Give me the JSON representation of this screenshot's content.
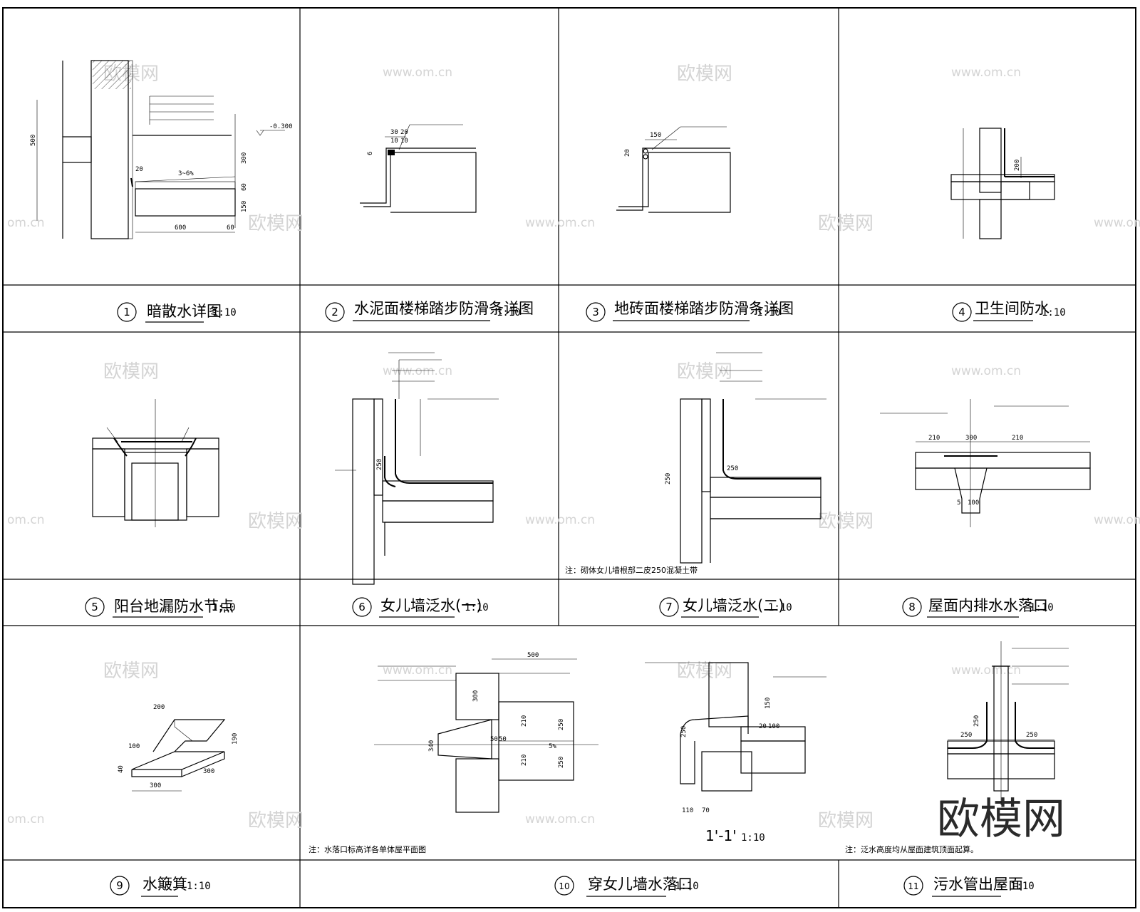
{
  "watermarks": {
    "cn": "欧模网",
    "url": "www.om.cn",
    "url_short": "om.cn",
    "big": "欧模网"
  },
  "cells": [
    {
      "num": "1",
      "title": "暗散水详图",
      "scale": "1:10"
    },
    {
      "num": "2",
      "title": "水泥面楼梯踏步防滑条详图",
      "scale": "1:10"
    },
    {
      "num": "3",
      "title": "地砖面楼梯踏步防滑条详图",
      "scale": "1:10"
    },
    {
      "num": "4",
      "title": "卫生间防水",
      "scale": "1:10"
    },
    {
      "num": "5",
      "title": "阳台地漏防水节点",
      "scale": "1:10"
    },
    {
      "num": "6",
      "title": "女儿墙泛水(一)",
      "scale": "1:10"
    },
    {
      "num": "7",
      "title": "女儿墙泛水(二)",
      "scale": "1:10"
    },
    {
      "num": "8",
      "title": "屋面内排水水落口",
      "scale": "1:10"
    },
    {
      "num": "9",
      "title": "水簸箕",
      "scale": "1:10"
    },
    {
      "num": "10",
      "title": "穿女儿墙水落口",
      "scale": "1:10"
    },
    {
      "num": "11",
      "title": "污水管出屋面",
      "scale": "1:10"
    }
  ],
  "sub_section": {
    "title": "1'-1'",
    "scale": "1:10"
  },
  "notes": {
    "cell7": "注：砌体女儿墙根部二皮250混凝土带",
    "cell10": "注：水落口标高详各单体屋平面图",
    "cell11": "注：泛水高度均从屋面建筑顶面起算。"
  },
  "dims": {
    "d1": {
      "h500": "500",
      "n300": "300",
      "n60": "60",
      "n150": "150",
      "w600": "600",
      "w60": "60",
      "slope": "3~6%",
      "elev": "-0.300",
      "n20": "20"
    },
    "d2": {
      "a": "30",
      "b": "20",
      "c": "10",
      "d": "10",
      "e": "6"
    },
    "d3": {
      "a": "150",
      "b": "20"
    },
    "d4": {
      "a": "200"
    },
    "d6": {
      "a": "250"
    },
    "d7": {
      "a": "250",
      "b": "250"
    },
    "d8": {
      "a": "210",
      "b": "300",
      "c": "210",
      "d": "100",
      "e": "5"
    },
    "d9": {
      "a": "200",
      "b": "100",
      "c": "190",
      "d": "40",
      "e": "300",
      "f": "300"
    },
    "d10": {
      "a": "500",
      "b": "300",
      "c": "340",
      "d": "210",
      "e": "210",
      "f": "250",
      "g": "250",
      "h": "50",
      "i": "50",
      "j": "5%"
    },
    "d10s": {
      "a": "110",
      "b": "70",
      "c": "20",
      "d": "100",
      "e": "150",
      "f": "250"
    },
    "d11": {
      "a": "250",
      "b": "250",
      "c": "250"
    }
  }
}
